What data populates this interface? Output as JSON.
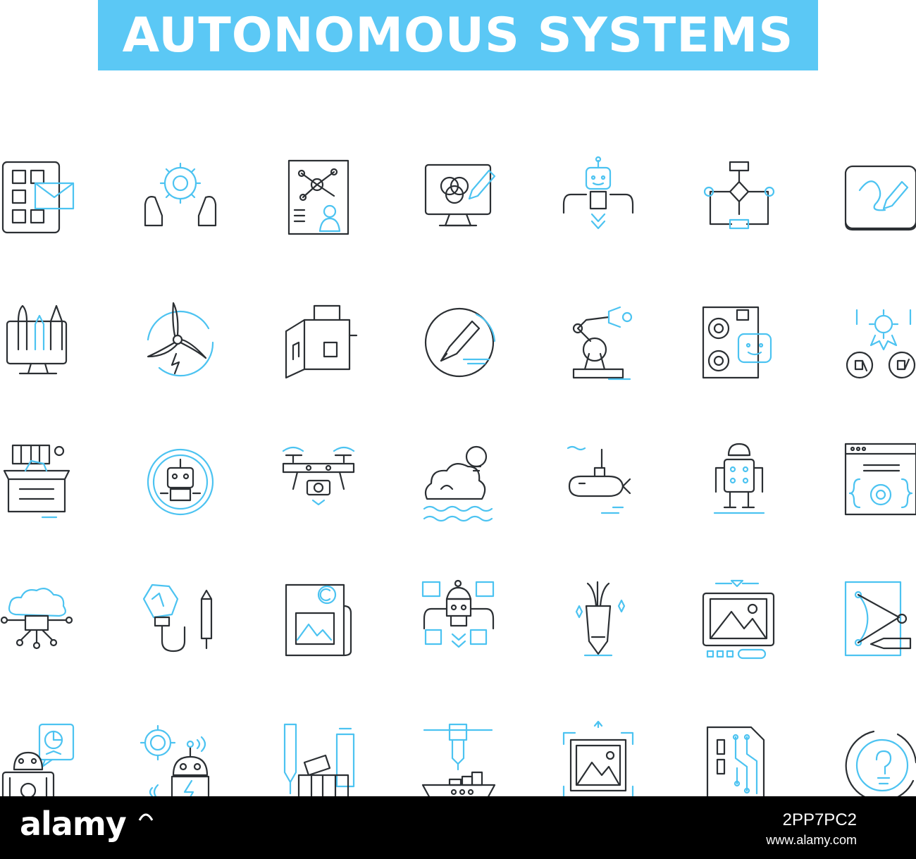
{
  "banner": {
    "title": "AUTONOMOUS SYSTEMS",
    "background": "#5bc8f5",
    "text_color": "#ffffff"
  },
  "colors": {
    "line_dark": "#2b2f33",
    "line_accent": "#4cc3f1"
  },
  "icons": [
    "tablet-mail-icon",
    "gear-hands-icon",
    "network-document-icon",
    "design-monitor-icon",
    "robot-arms-icon",
    "flowchart-icon",
    "tablet-draw-icon",
    "pens-monitor-icon",
    "wind-turbine-icon",
    "building-icon",
    "pen-circle-icon",
    "robotic-arm-icon",
    "robot-speakers-icon",
    "gear-thumbs-icon",
    "desk-shelf-icon",
    "robot-gear-icon",
    "drone-camera-icon",
    "cloud-idea-icon",
    "submarine-icon",
    "humanoid-robot-icon",
    "code-window-icon",
    "cloud-network-icon",
    "idea-pencil-icon",
    "image-document-icon",
    "robot-notes-icon",
    "pen-nib-icon",
    "image-editor-icon",
    "vector-pen-icon",
    "robot-chart-icon",
    "robot-gear-energy-icon",
    "color-swatch-icon",
    "crane-ship-icon",
    "image-resize-icon",
    "circuit-chip-icon",
    "bulb-circle-icon"
  ],
  "footer": {
    "logo": "alamy",
    "image_id": "2PP7PC2",
    "url": "www.alamy.com"
  }
}
